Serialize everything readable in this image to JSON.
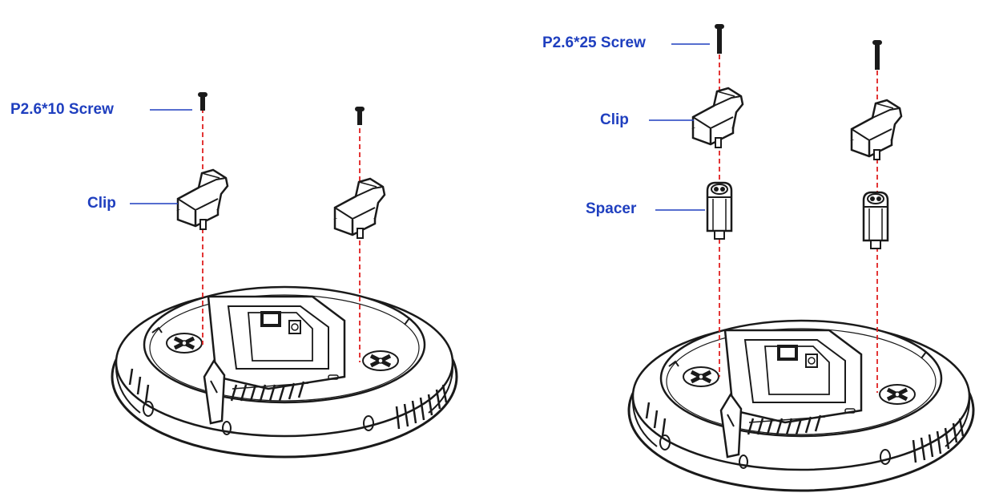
{
  "colors": {
    "label": "#1f3fbf",
    "ink": "#1a1a1a",
    "guide": "#e02020",
    "leader": "#1f3fbf"
  },
  "left_assembly": {
    "screw_label": "P2.6*10 Screw",
    "clip_label": "Clip"
  },
  "right_assembly": {
    "screw_label": "P2.6*25 Screw",
    "clip_label": "Clip",
    "spacer_label": "Spacer"
  },
  "icons": [
    "screw-icon",
    "clip-icon",
    "spacer-icon",
    "access-point-icon"
  ]
}
